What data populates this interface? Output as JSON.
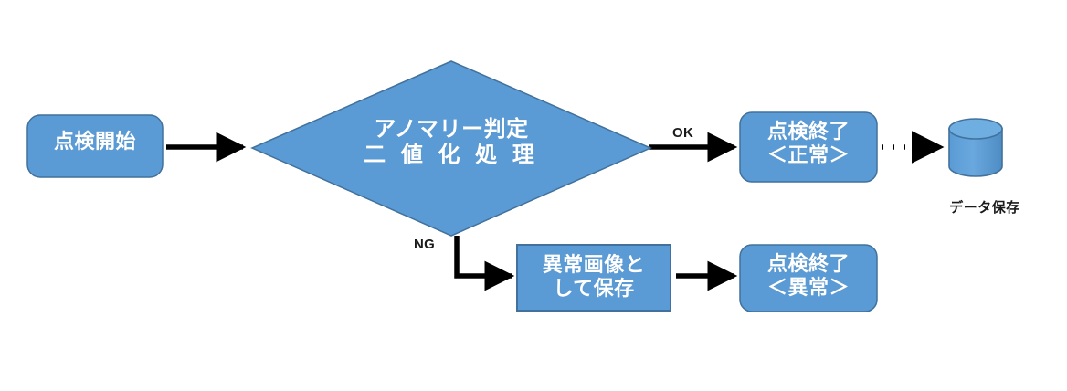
{
  "diagram": {
    "title": "anomaly-inspection-flowchart",
    "colors": {
      "node_fill": "#5B9BD5",
      "node_stroke": "#41719C",
      "node_text": "#FFFFFF",
      "edge": "#000000",
      "label_text": "#1A1A1A",
      "background": "#FFFFFF",
      "cylinder_top_fill": "#6FAEE0"
    },
    "nodes": [
      {
        "id": "start",
        "shape": "rounded-rectangle",
        "label": "点検開始",
        "lines": [
          "点検開始"
        ]
      },
      {
        "id": "decision",
        "shape": "diamond",
        "label": "アノマリー判定\n二 値 化 処 理",
        "lines": [
          "アノマリー判定",
          "二 値 化 処 理"
        ]
      },
      {
        "id": "end-normal",
        "shape": "rounded-rectangle",
        "label": "点検終了\n＜正常＞",
        "lines": [
          "点検終了",
          "＜正常＞"
        ]
      },
      {
        "id": "save-anomaly-image",
        "shape": "rectangle",
        "label": "異常画像と\nして保存",
        "lines": [
          "異常画像と",
          "して保存"
        ]
      },
      {
        "id": "end-abnormal",
        "shape": "rounded-rectangle",
        "label": "点検終了\n＜異常＞",
        "lines": [
          "点検終了",
          "＜異常＞"
        ]
      },
      {
        "id": "database",
        "shape": "cylinder",
        "label": "データ保存",
        "caption": "データ保存"
      }
    ],
    "edges": [
      {
        "id": "start-to-decision",
        "from": "start",
        "to": "decision",
        "style": "solid",
        "label": ""
      },
      {
        "id": "decision-to-end-normal",
        "from": "decision",
        "to": "end-normal",
        "style": "solid",
        "label": "OK"
      },
      {
        "id": "decision-to-save",
        "from": "decision",
        "to": "save-anomaly-image",
        "style": "solid",
        "label": "NG"
      },
      {
        "id": "save-to-end-abnormal",
        "from": "save-anomaly-image",
        "to": "end-abnormal",
        "style": "solid",
        "label": ""
      },
      {
        "id": "end-normal-to-database",
        "from": "end-normal",
        "to": "database",
        "style": "dotted",
        "label": ""
      }
    ]
  }
}
